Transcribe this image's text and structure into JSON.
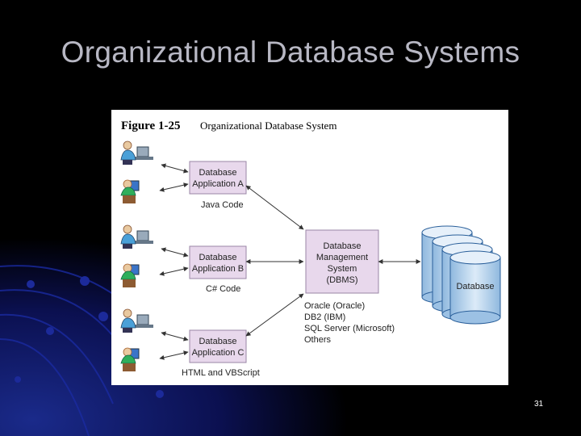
{
  "slide": {
    "title": "Organizational Database Systems",
    "page_number": "31"
  },
  "figure": {
    "label": "Figure 1-25",
    "caption": "Organizational Database System",
    "apps": [
      {
        "line1": "Database",
        "line2": "Application A",
        "language": "Java Code"
      },
      {
        "line1": "Database",
        "line2": "Application B",
        "language": "C# Code"
      },
      {
        "line1": "Database",
        "line2": "Application C",
        "language": "HTML and VBScript"
      }
    ],
    "dbms": {
      "lines": [
        "Database",
        "Management",
        "System",
        "(DBMS)"
      ]
    },
    "vendors": [
      "Oracle (Oracle)",
      "DB2 (IBM)",
      "SQL Server (Microsoft)",
      "Others"
    ],
    "database_label": "Database"
  },
  "colors": {
    "box_fill": "#e8d8ec",
    "box_stroke": "#9a86a6",
    "cylinder_fill": "#b8d4ec",
    "title_text": "#b8b8c4"
  }
}
